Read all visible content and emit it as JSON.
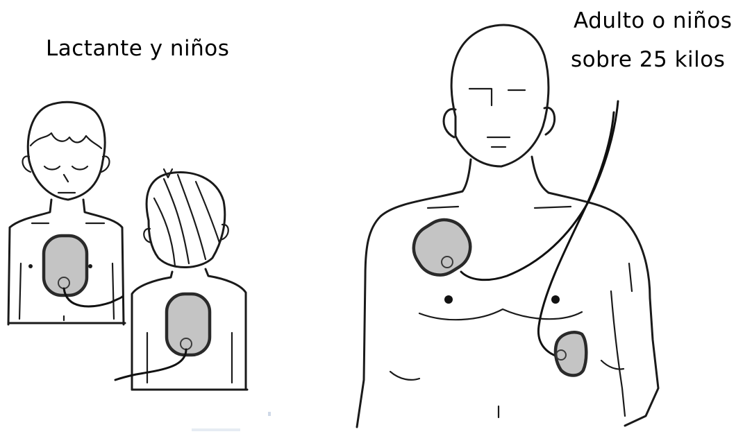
{
  "labels": {
    "infant_children": "Lactante y niños",
    "adult_line_1": "Adulto o niños",
    "adult_line_2": "sobre 25 kilos"
  },
  "colors": {
    "pad_fill": "#c4c4c4",
    "pad_border": "#2a2a2a",
    "line": "#1a1a1a",
    "background": "#ffffff"
  },
  "figures": [
    {
      "name": "child-front",
      "pads": [
        "front-chest-pad"
      ]
    },
    {
      "name": "child-back",
      "pads": [
        "back-pad"
      ]
    },
    {
      "name": "adult-front",
      "pads": [
        "upper-right-chest-pad",
        "lower-left-side-pad"
      ]
    }
  ]
}
